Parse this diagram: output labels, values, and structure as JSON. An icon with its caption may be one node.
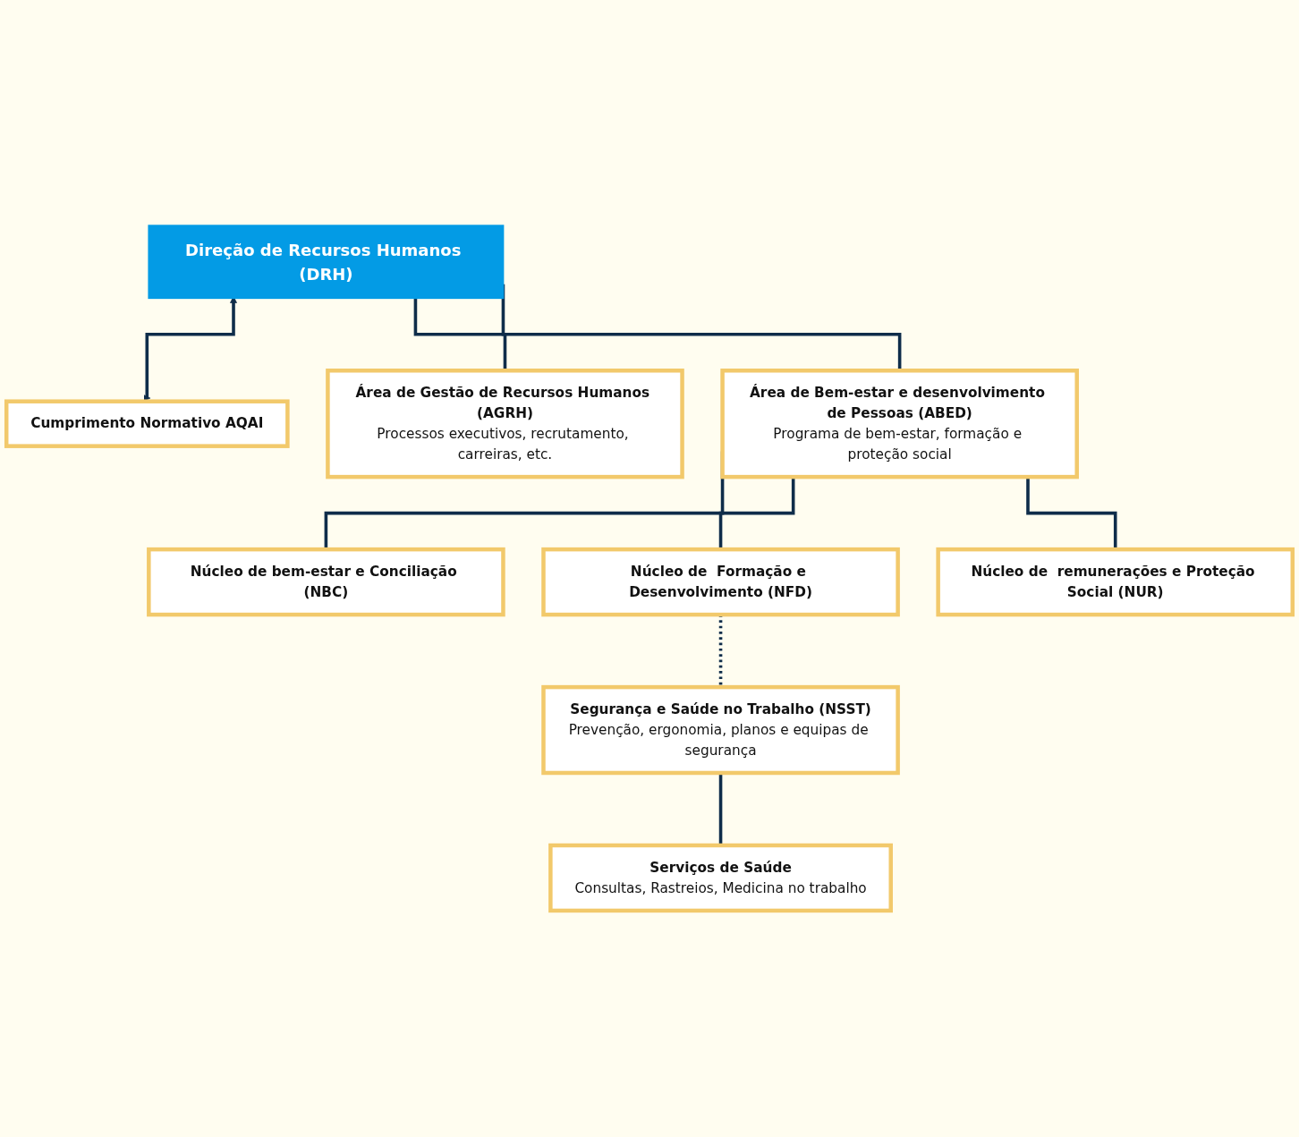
{
  "diagram": {
    "nodes": [
      {
        "text": [
          "Direção de Recursos Humanos (DRH)"
        ]
      },
      {
        "text": [
          "Cumprimento Normativo AQAI"
        ]
      },
      {
        "text": [
          "Área de Gestão de Recursos Humanos (AGRH)",
          "Processos executivos, recrutamento, carreiras, etc."
        ]
      },
      {
        "text": [
          "Área de Bem-estar e desenvolvimento de Pessoas (ABED)",
          "Programa de bem-estar, formação e proteção social"
        ]
      },
      {
        "text": [
          "Núcleo de bem-estar e Conciliação (NBC)"
        ]
      },
      {
        "text": [
          "Núcleo de  Formação e Desenvolvimento (NFD)"
        ]
      },
      {
        "text": [
          "Núcleo de  remunerações e Proteção Social (NUR)"
        ]
      },
      {
        "text": [
          "Segurança e Saúde no Trabalho (NSST)",
          "Prevenção, ergonomia, planos e equipas de segurança"
        ]
      },
      {
        "text": [
          "Serviços de Saúde",
          "Consultas, Rastreios, Medicina no trabalho"
        ]
      }
    ],
    "edges": [
      {
        "from": 0,
        "to": 1,
        "arrow": "both"
      },
      {
        "from": 0,
        "to": 2,
        "arrow": "none"
      },
      {
        "from": 0,
        "to": 3,
        "arrow": "none"
      },
      {
        "from": 3,
        "to": 4,
        "arrow": "none"
      },
      {
        "from": 3,
        "to": 5,
        "arrow": "none"
      },
      {
        "from": 3,
        "to": 6,
        "arrow": "none"
      },
      {
        "from": 5,
        "to": 7,
        "arrow": "none",
        "style": "dashed"
      },
      {
        "from": 7,
        "to": 8,
        "arrow": "none"
      }
    ]
  }
}
